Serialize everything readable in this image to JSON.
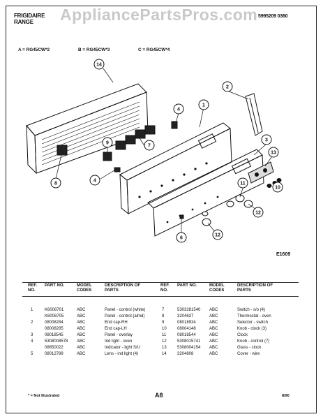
{
  "header": {
    "brand_line1": "FRIGIDAIRE",
    "brand_line2": "RANGE",
    "watermark": "AppliancePartsPros.com",
    "doc_number": "5995209 0360"
  },
  "models": {
    "a": "A = RG45CW*2",
    "b": "B = RG45CW*3",
    "c": "C = RG45CW*4"
  },
  "diagram": {
    "callouts": [
      "14",
      "2",
      "4",
      "1",
      "9",
      "7",
      "3",
      "13",
      "8",
      "4",
      "11",
      "10",
      "12",
      "6",
      "12"
    ],
    "figure_code": "E1609"
  },
  "table": {
    "headers": {
      "ref": "REF. NO.",
      "part": "PART NO.",
      "model": "MODEL CODES",
      "desc": "DESCRIPTION OF PARTS"
    },
    "left_rows": [
      {
        "ref": "1",
        "part": "K6008701",
        "model": "ABC",
        "desc": "Panel - control (white)"
      },
      {
        "ref": "",
        "part": "K6008705",
        "model": "ABC",
        "desc": "Panel - control (almd)"
      },
      {
        "ref": "2",
        "part": "08008284",
        "model": "ABC",
        "desc": "End cap-RH"
      },
      {
        "ref": "",
        "part": "08008285",
        "model": "ABC",
        "desc": "End cap-LH"
      },
      {
        "ref": "3",
        "part": "08018545",
        "model": "ABC",
        "desc": "Panel - overlay"
      },
      {
        "ref": "4",
        "part": "5308008578",
        "model": "ABC",
        "desc": "Ind light - oven"
      },
      {
        "ref": "",
        "part": "08850022",
        "model": "ABC",
        "desc": "Indicator - light S/U"
      },
      {
        "ref": "5",
        "part": "08012789",
        "model": "ABC",
        "desc": "Lens - ind light (4)"
      }
    ],
    "right_rows": [
      {
        "ref": "7",
        "part": "5303281540",
        "model": "ABC",
        "desc": "Switch - s/o (4)"
      },
      {
        "ref": "8",
        "part": "3204637",
        "model": "ABC",
        "desc": "Thermostat - oven"
      },
      {
        "ref": "9",
        "part": "08018934",
        "model": "ABC",
        "desc": "Selector - switch"
      },
      {
        "ref": "10",
        "part": "08004148",
        "model": "ABC",
        "desc": "Knob - clock (3)"
      },
      {
        "ref": "11",
        "part": "08018544",
        "model": "ABC",
        "desc": "Clock"
      },
      {
        "ref": "12",
        "part": "5308015741",
        "model": "ABC",
        "desc": "Knob - control (7)"
      },
      {
        "ref": "13",
        "part": "5308004154",
        "model": "ABC",
        "desc": "Glass - clock"
      },
      {
        "ref": "14",
        "part": "3204808",
        "model": "ABC",
        "desc": "Cover - wire"
      }
    ]
  },
  "footer": {
    "note": "* = Not Illustrated",
    "page": "A8",
    "date": "8/90"
  }
}
